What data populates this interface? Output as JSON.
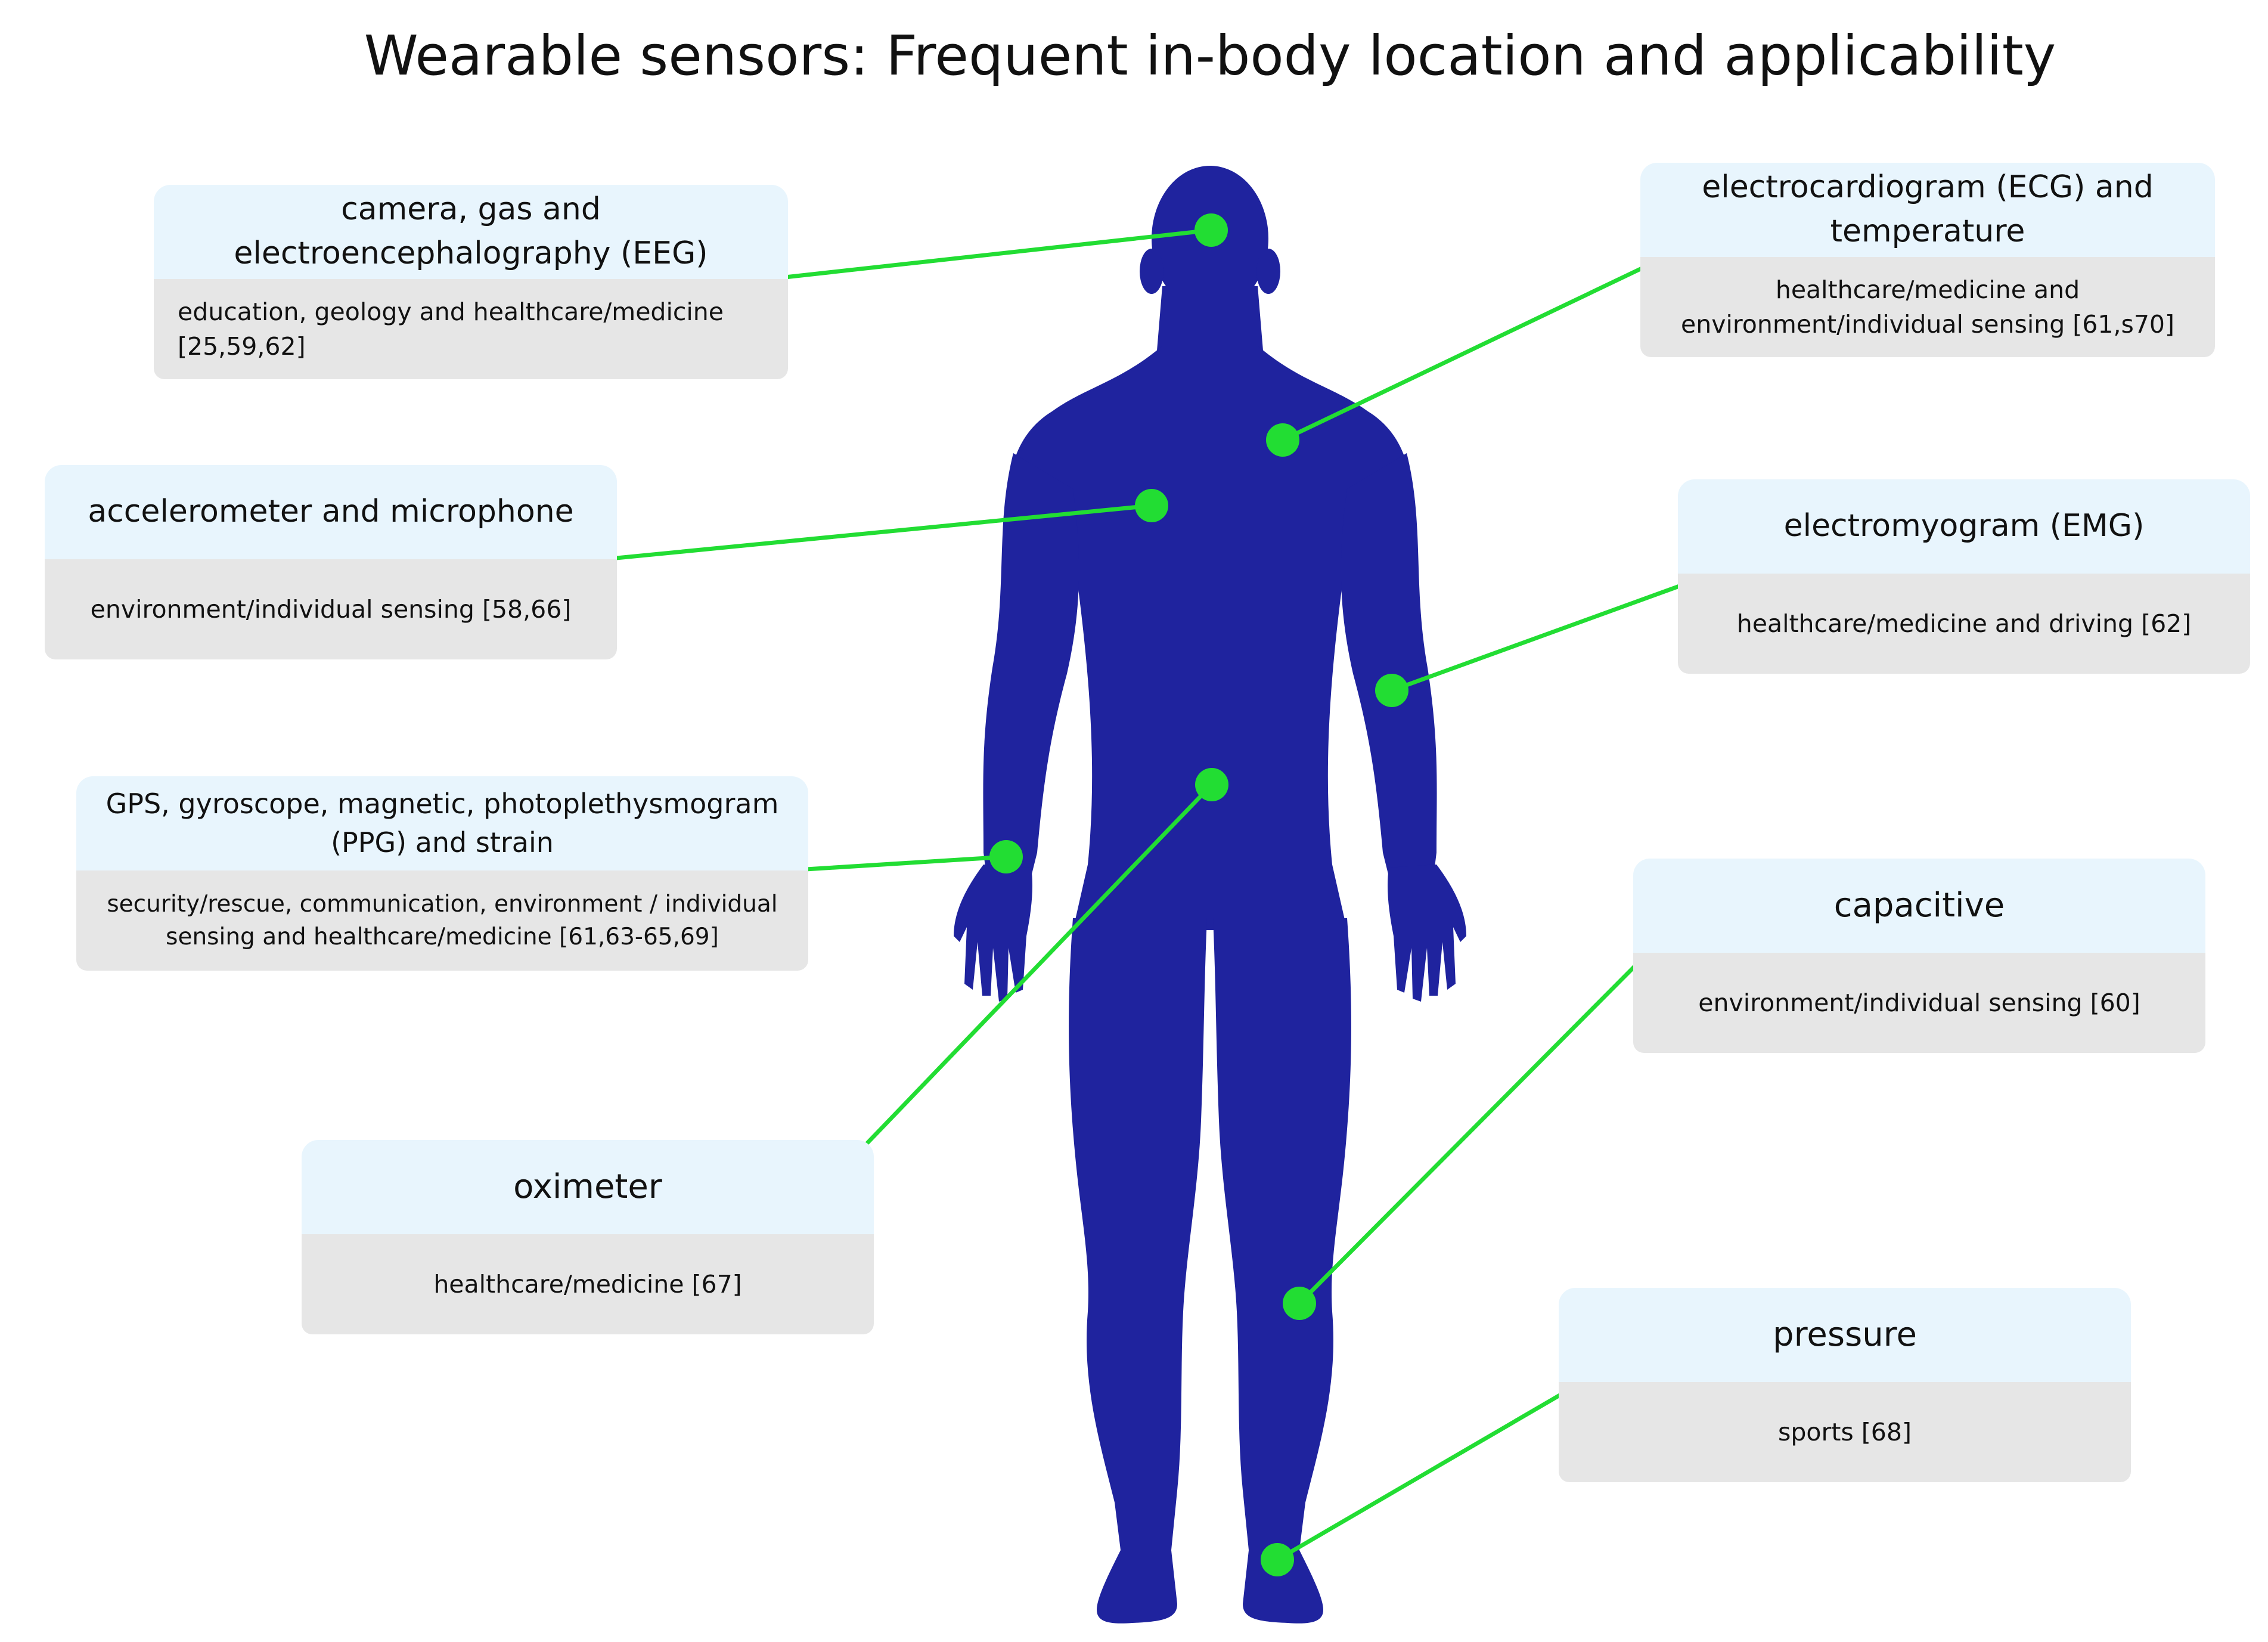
{
  "title": "Wearable sensors: Frequent in-body location and applicability",
  "colors": {
    "body": "#1f239e",
    "connector": "#22dd33",
    "header_bg": "#e8f5fd",
    "detail_bg": "#e6e6e6"
  },
  "sensors": [
    {
      "name": "camera, gas and electroencephalography (EEG)",
      "applications": "education, geology and healthcare/medicine [25,59,62]",
      "location": "head"
    },
    {
      "name": "electrocardiogram (ECG) and temperature",
      "applications": "healthcare/medicine and environment/individual sensing [61,s70]",
      "location": "chest"
    },
    {
      "name": "accelerometer and microphone",
      "applications": "environment/individual sensing [58,66]",
      "location": "chest"
    },
    {
      "name": "electromyogram (EMG)",
      "applications": "healthcare/medicine and driving [62]",
      "location": "forearm"
    },
    {
      "name": "GPS, gyroscope, magnetic, photoplethysmogram (PPG) and strain",
      "applications": "security/rescue, communication, environment / individual sensing and healthcare/medicine [61,63-65,69]",
      "location": "wrist"
    },
    {
      "name": "capacitive",
      "applications": "environment/individual sensing [60]",
      "location": "knee"
    },
    {
      "name": "oximeter",
      "applications": "healthcare/medicine [67]",
      "location": "waist"
    },
    {
      "name": "pressure",
      "applications": "sports [68]",
      "location": "foot"
    }
  ]
}
